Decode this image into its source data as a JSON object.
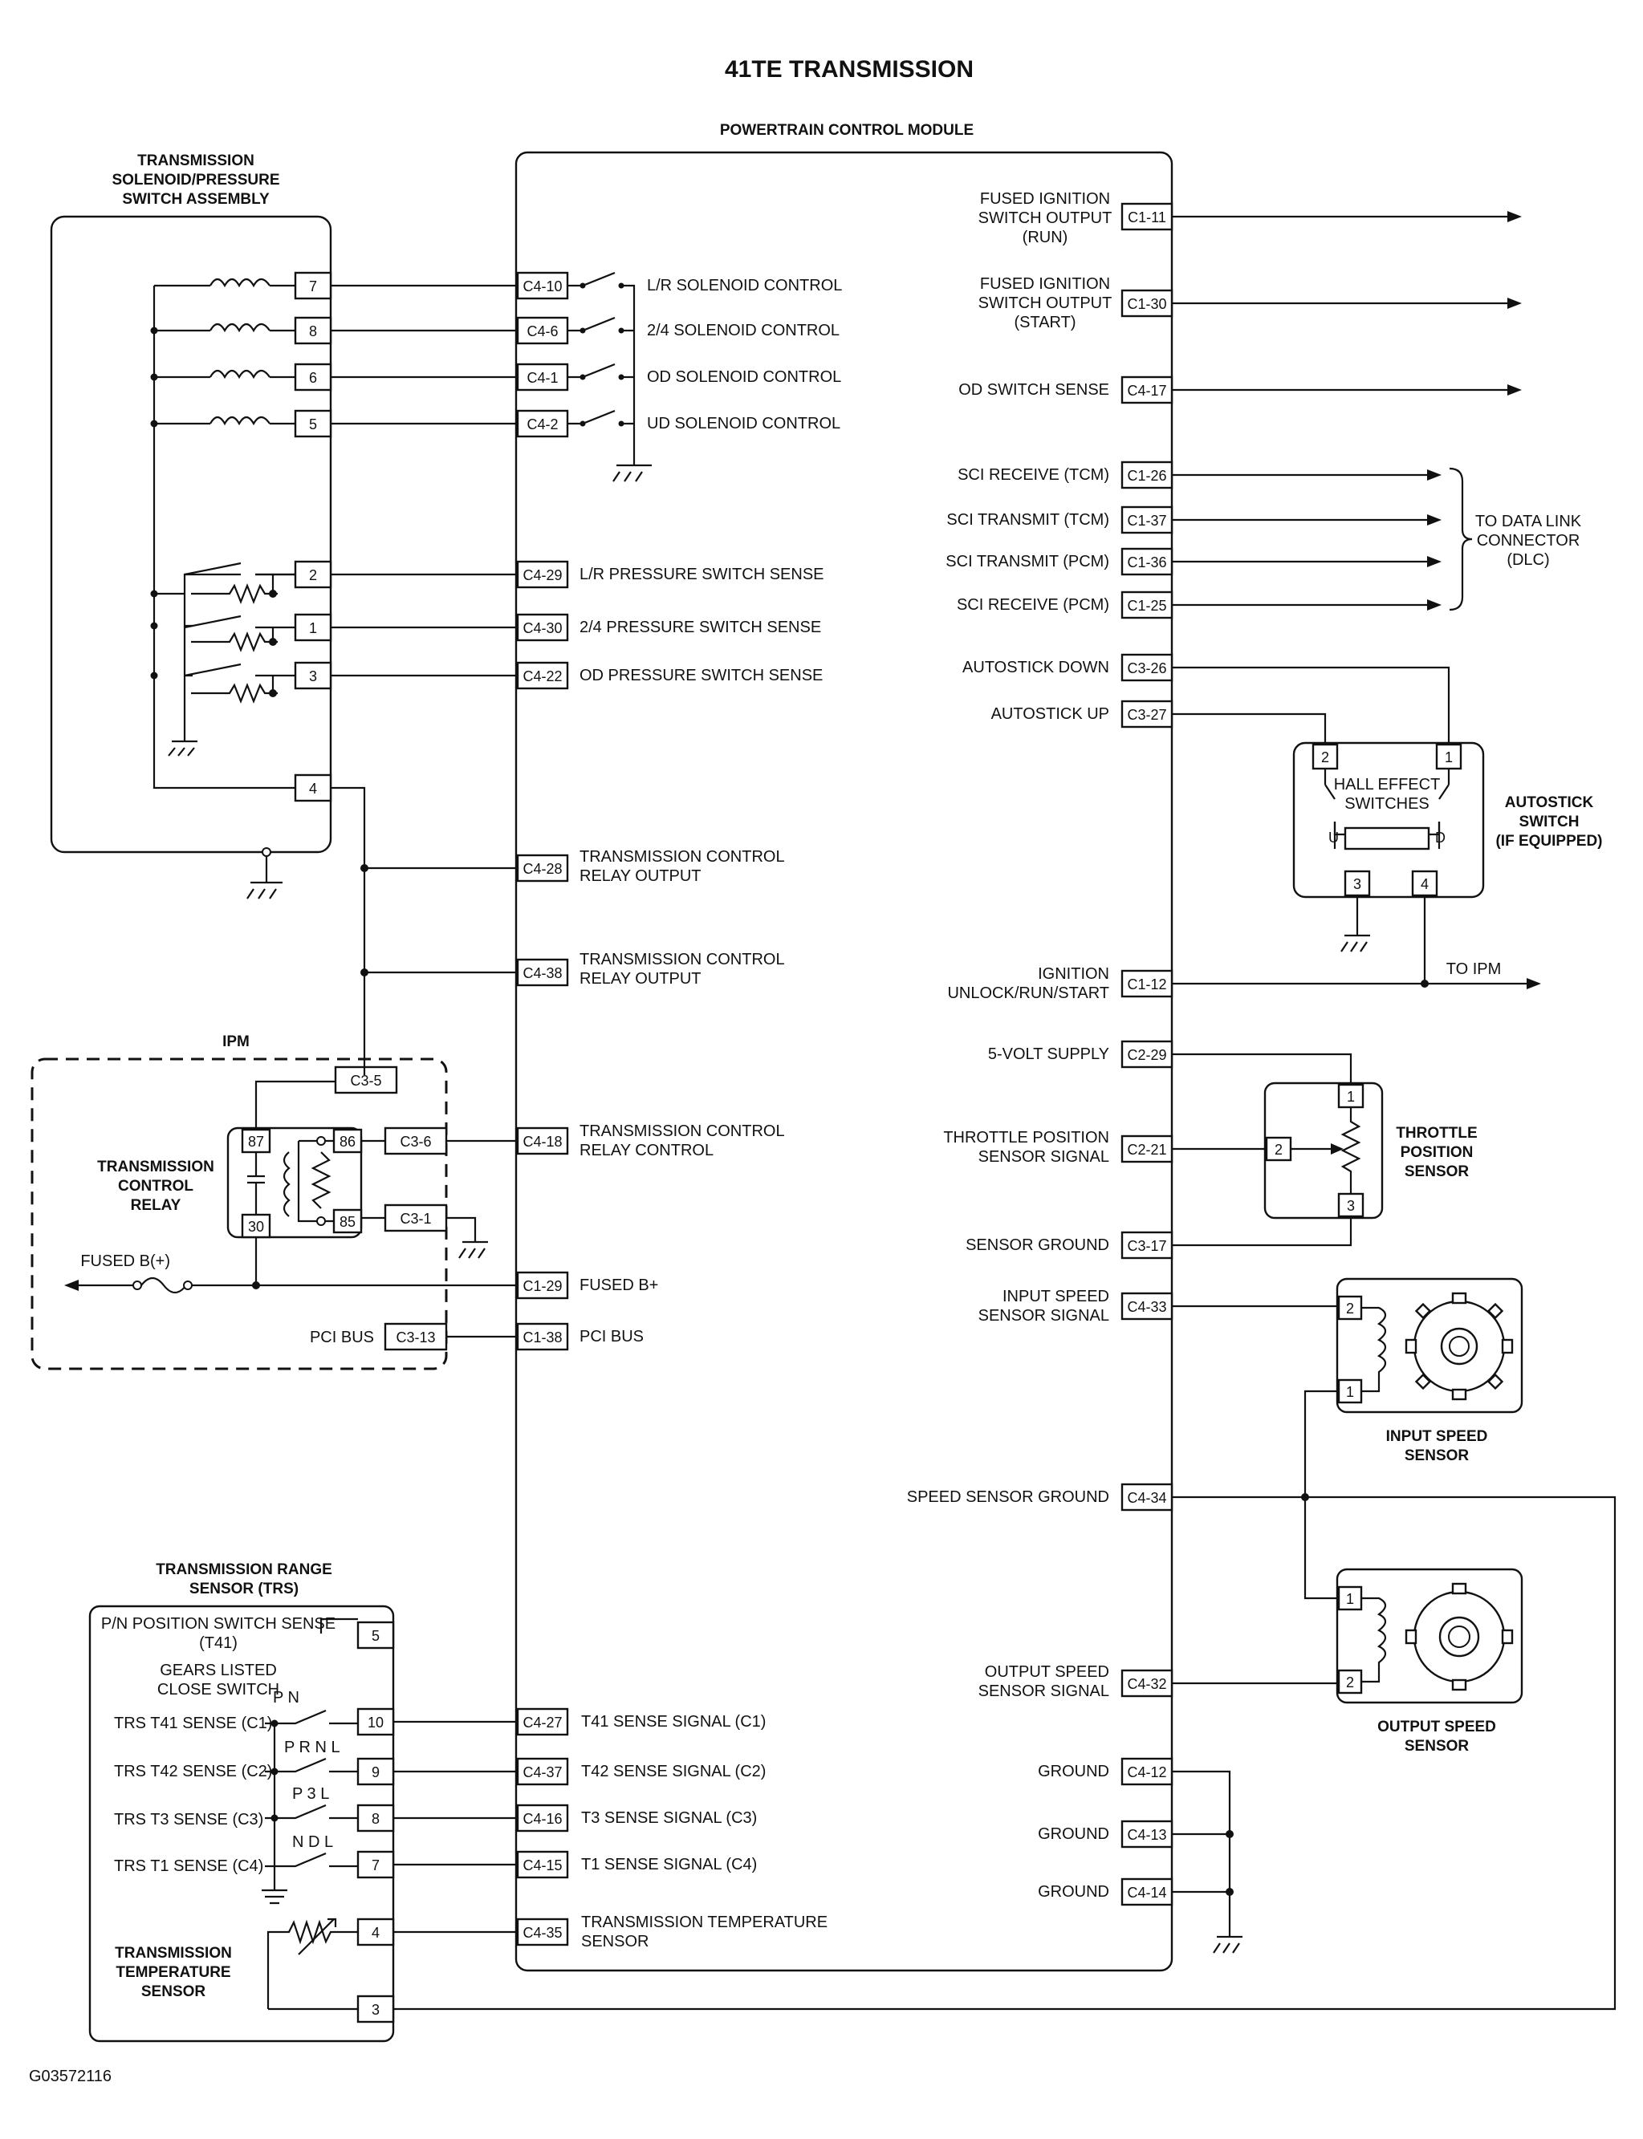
{
  "title": "41TE TRANSMISSION",
  "figure_id": "G03572116",
  "pcm": {
    "heading": "POWERTRAIN CONTROL MODULE",
    "left_pins": [
      {
        "pin": "C4-10",
        "label": "L/R SOLENOID CONTROL"
      },
      {
        "pin": "C4-6",
        "label": "2/4 SOLENOID CONTROL"
      },
      {
        "pin": "C4-1",
        "label": "OD SOLENOID CONTROL"
      },
      {
        "pin": "C4-2",
        "label": "UD SOLENOID CONTROL"
      },
      {
        "pin": "C4-29",
        "label": "L/R PRESSURE SWITCH SENSE"
      },
      {
        "pin": "C4-30",
        "label": "2/4 PRESSURE SWITCH SENSE"
      },
      {
        "pin": "C4-22",
        "label": "OD PRESSURE SWITCH SENSE"
      },
      {
        "pin": "C4-28",
        "label": "TRANSMISSION CONTROL",
        "label2": "RELAY OUTPUT"
      },
      {
        "pin": "C4-38",
        "label": "TRANSMISSION CONTROL",
        "label2": "RELAY OUTPUT"
      },
      {
        "pin": "C4-18",
        "label": "TRANSMISSION CONTROL",
        "label2": "RELAY CONTROL"
      },
      {
        "pin": "C1-29",
        "label": "FUSED B+"
      },
      {
        "pin": "C1-38",
        "label": "PCI BUS"
      },
      {
        "pin": "C4-27",
        "label": "T41 SENSE SIGNAL (C1)"
      },
      {
        "pin": "C4-37",
        "label": "T42 SENSE SIGNAL (C2)"
      },
      {
        "pin": "C4-16",
        "label": "T3 SENSE SIGNAL (C3)"
      },
      {
        "pin": "C4-15",
        "label": "T1 SENSE SIGNAL (C4)"
      },
      {
        "pin": "C4-35",
        "label": "TRANSMISSION TEMPERATURE",
        "label2": "SENSOR"
      }
    ],
    "right_pins": [
      {
        "pin": "C1-11",
        "label": "FUSED IGNITION",
        "label2": "SWITCH OUTPUT",
        "label3": "(RUN)"
      },
      {
        "pin": "C1-30",
        "label": "FUSED IGNITION",
        "label2": "SWITCH OUTPUT",
        "label3": "(START)"
      },
      {
        "pin": "C4-17",
        "label": "OD SWITCH SENSE"
      },
      {
        "pin": "C1-26",
        "label": "SCI RECEIVE (TCM)"
      },
      {
        "pin": "C1-37",
        "label": "SCI TRANSMIT (TCM)"
      },
      {
        "pin": "C1-36",
        "label": "SCI TRANSMIT (PCM)"
      },
      {
        "pin": "C1-25",
        "label": "SCI RECEIVE (PCM)"
      },
      {
        "pin": "C3-26",
        "label": "AUTOSTICK DOWN"
      },
      {
        "pin": "C3-27",
        "label": "AUTOSTICK UP"
      },
      {
        "pin": "C1-12",
        "label": "IGNITION",
        "label2": "UNLOCK/RUN/START"
      },
      {
        "pin": "C2-29",
        "label": "5-VOLT SUPPLY"
      },
      {
        "pin": "C2-21",
        "label": "THROTTLE POSITION",
        "label2": "SENSOR SIGNAL"
      },
      {
        "pin": "C3-17",
        "label": "SENSOR GROUND"
      },
      {
        "pin": "C4-33",
        "label": "INPUT SPEED",
        "label2": "SENSOR SIGNAL"
      },
      {
        "pin": "C4-34",
        "label": "SPEED SENSOR GROUND"
      },
      {
        "pin": "C4-32",
        "label": "OUTPUT SPEED",
        "label2": "SENSOR SIGNAL"
      },
      {
        "pin": "C4-12",
        "label": "GROUND"
      },
      {
        "pin": "C4-13",
        "label": "GROUND"
      },
      {
        "pin": "C4-14",
        "label": "GROUND"
      }
    ]
  },
  "solenoid_assembly": {
    "title_lines": [
      "TRANSMISSION",
      "SOLENOID/PRESSURE",
      "SWITCH ASSEMBLY"
    ],
    "pins": [
      "7",
      "8",
      "6",
      "5",
      "2",
      "1",
      "3",
      "4"
    ]
  },
  "ipm": {
    "label": "IPM",
    "relay_label": [
      "TRANSMISSION",
      "CONTROL",
      "RELAY"
    ],
    "relay_pins": [
      "87",
      "30",
      "86",
      "85"
    ],
    "connectors": [
      "C3-5",
      "C3-6",
      "C3-1",
      "C3-13"
    ],
    "fused_label": "FUSED B(+)",
    "pci_label": "PCI BUS"
  },
  "dlc": {
    "lines": [
      "TO DATA LINK",
      "CONNECTOR",
      "(DLC)"
    ]
  },
  "autostick": {
    "title_lines": [
      "AUTOSTICK",
      "SWITCH",
      "(IF EQUIPPED)"
    ],
    "inner_lines": [
      "HALL EFFECT",
      "SWITCHES"
    ],
    "pins": [
      "2",
      "1",
      "3",
      "4"
    ],
    "u": "U",
    "d": "D",
    "to_ipm": "TO IPM"
  },
  "throttle_sensor": {
    "title_lines": [
      "THROTTLE",
      "POSITION",
      "SENSOR"
    ],
    "pins": [
      "1",
      "2",
      "3"
    ]
  },
  "input_speed_sensor": {
    "title_lines": [
      "INPUT SPEED",
      "SENSOR"
    ],
    "pins": [
      "2",
      "1"
    ]
  },
  "output_speed_sensor": {
    "title_lines": [
      "OUTPUT SPEED",
      "SENSOR"
    ],
    "pins": [
      "1",
      "2"
    ]
  },
  "trs": {
    "title_lines": [
      "TRANSMISSION RANGE",
      "SENSOR (TRS)"
    ],
    "pn_position_lines": [
      "P/N POSITION SWITCH SENSE",
      "(T41)"
    ],
    "gears_lines": [
      "GEARS LISTED",
      "CLOSE SWITCH"
    ],
    "rows": [
      {
        "label": "TRS T41 SENSE (C1)",
        "gears": "P N",
        "pin": "10"
      },
      {
        "label": "TRS T42 SENSE (C2)",
        "gears": "P R N L",
        "pin": "9"
      },
      {
        "label": "TRS T3 SENSE (C3)",
        "gears": "P 3 L",
        "pin": "8"
      },
      {
        "label": "TRS T1 SENSE (C4)",
        "gears": "N D L",
        "pin": "7"
      }
    ],
    "pin_top": "5",
    "temp_pins": [
      "4",
      "3"
    ],
    "temp_lines": [
      "TRANSMISSION",
      "TEMPERATURE",
      "SENSOR"
    ]
  }
}
